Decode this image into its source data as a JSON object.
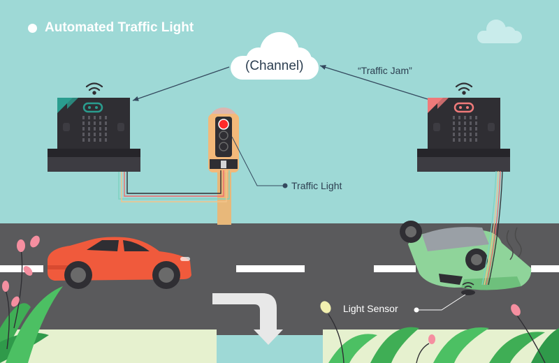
{
  "title": "Automated Traffic Light",
  "labels": {
    "channel": "(Channel)",
    "message": "“Traffic Jam”",
    "traffic_light": "Traffic Light",
    "light_sensor": "Light Sensor"
  },
  "colors": {
    "sky": "#9ed9d6",
    "road": "#5a5a5c",
    "car": "#f05a3c",
    "overturned_car": "#8fd49a",
    "board_left_accent": "#2a9d8f",
    "board_right_accent": "#f07a7a",
    "board": "#2f2e33",
    "red_light": "#ff2a2a"
  },
  "icons": [
    "wifi-icon",
    "cloud-icon",
    "turn-arrow-icon",
    "led-matrix-icon"
  ]
}
